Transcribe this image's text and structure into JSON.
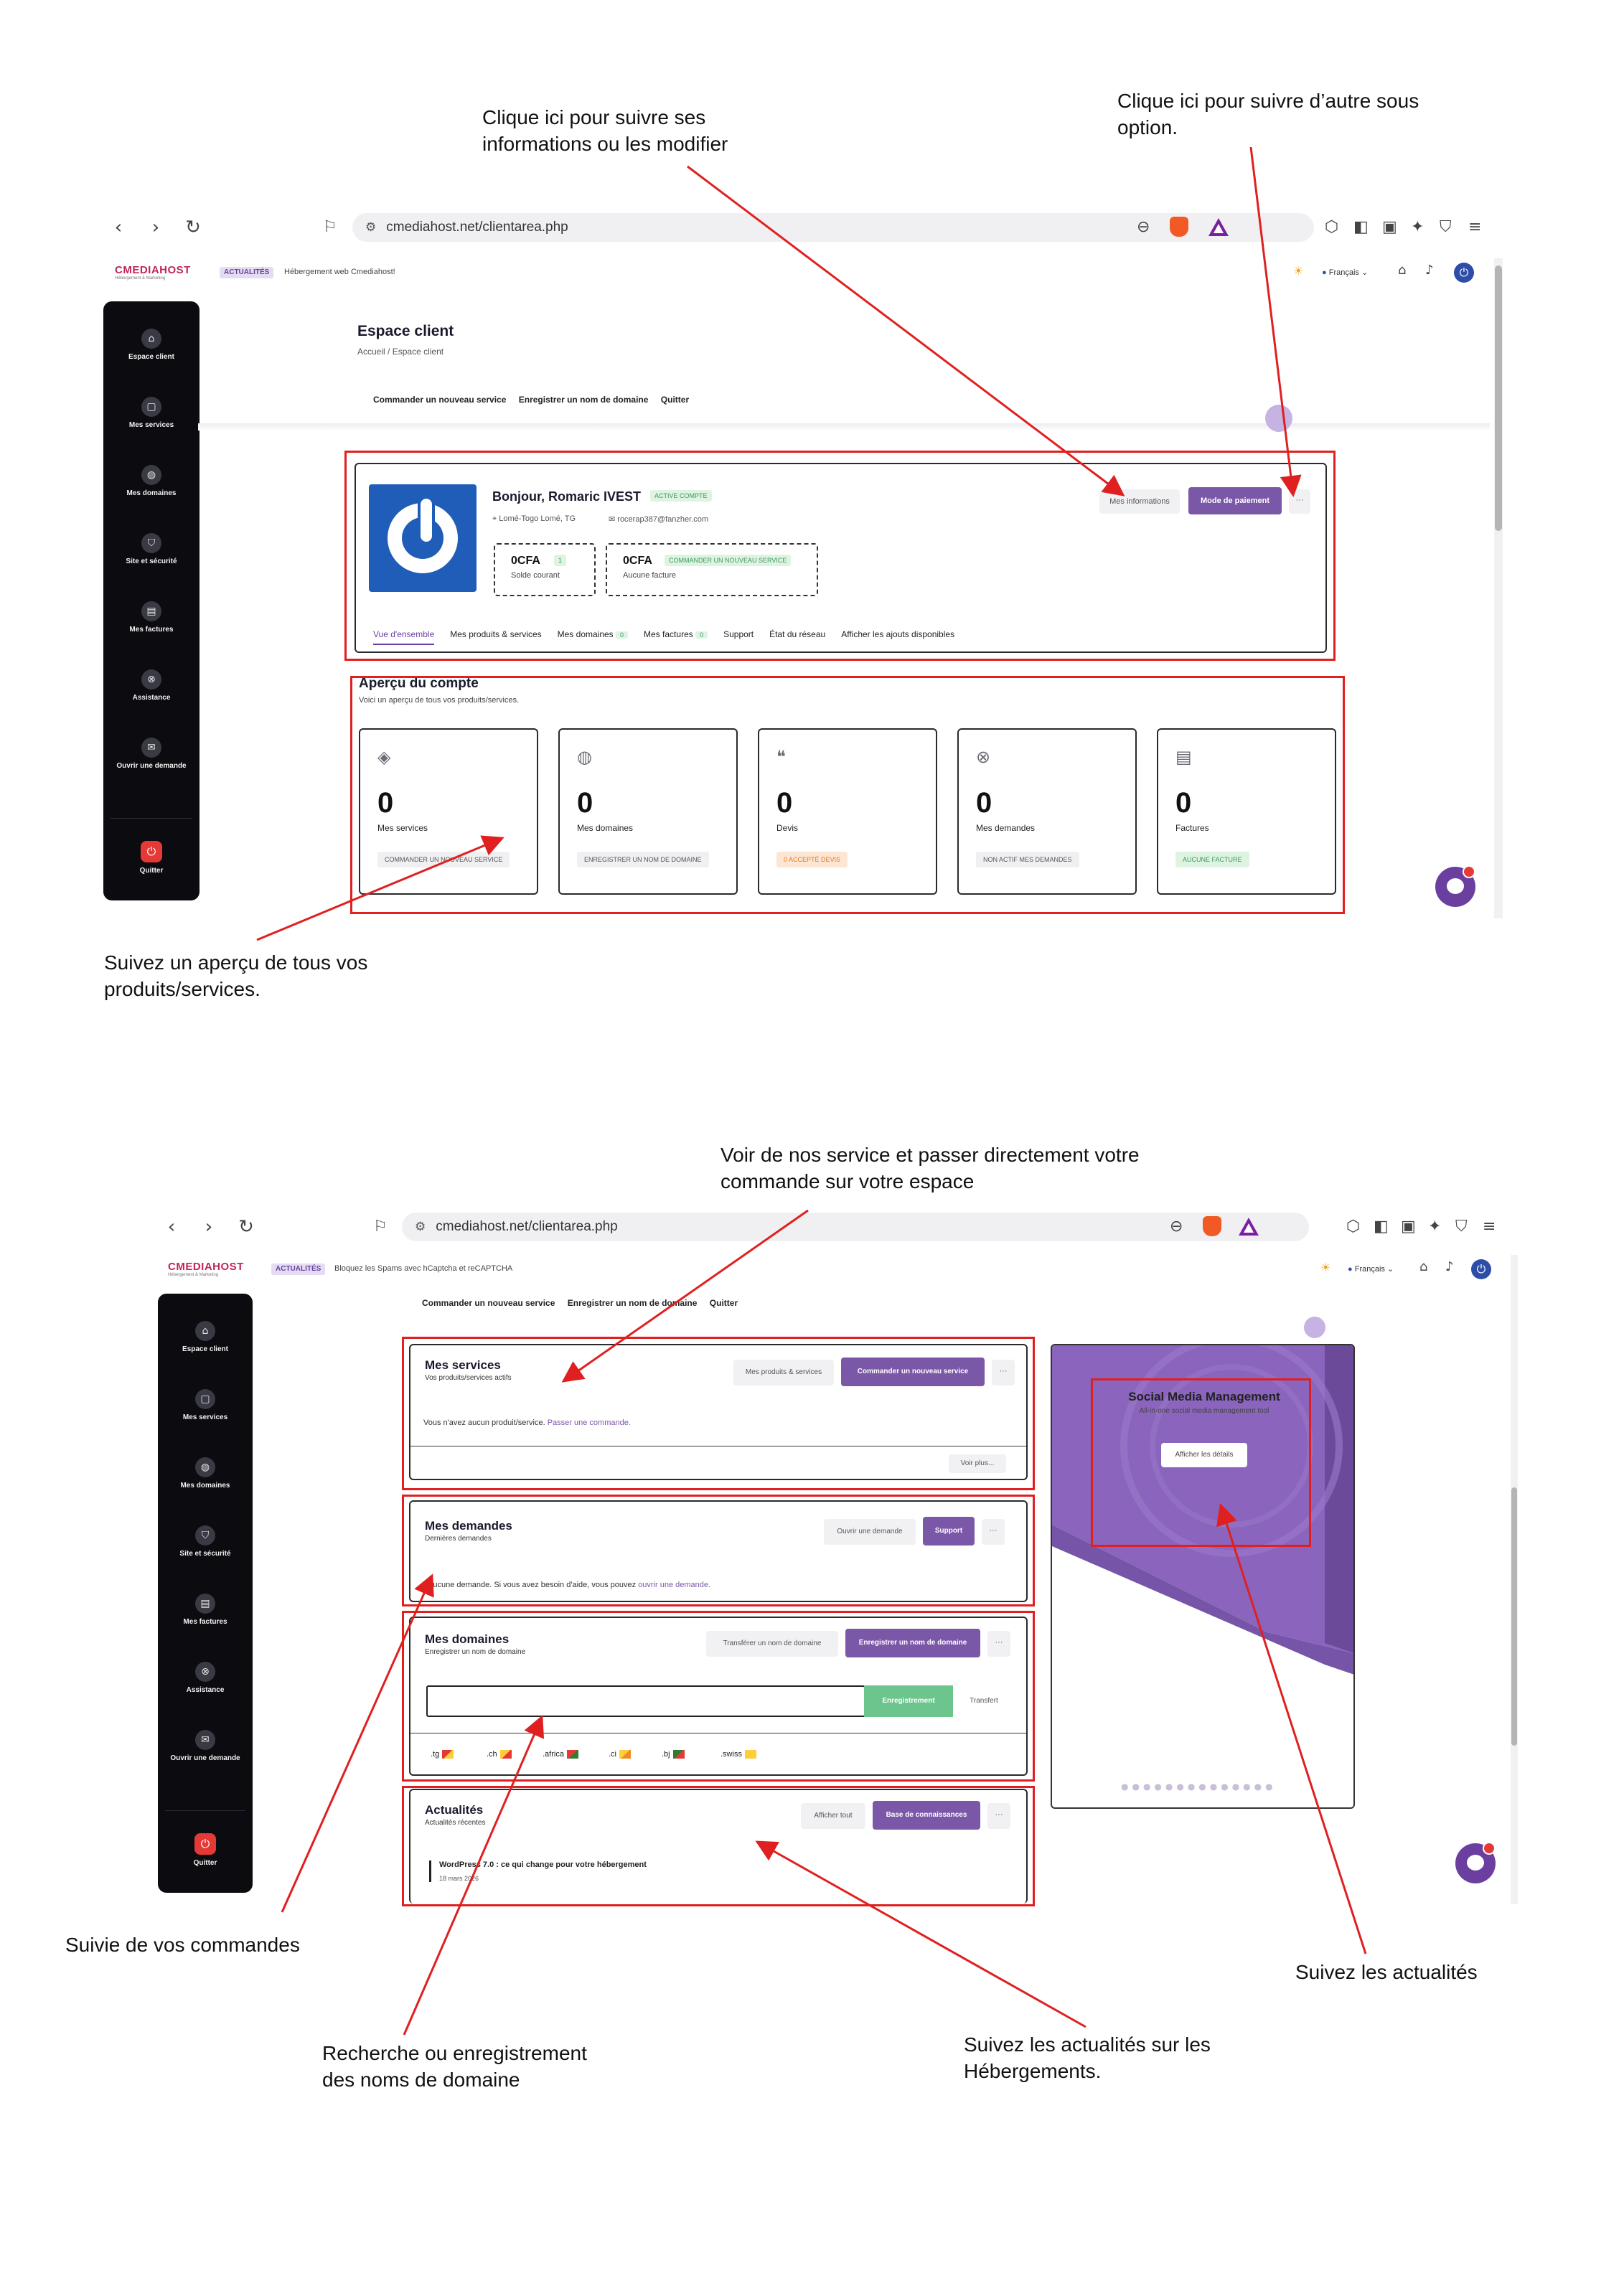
{
  "annotations": {
    "top_info": "Clique ici pour suivre ses\ninformations ou les modifier",
    "top_option": "Clique ici pour suivre d’autre sous\noption.",
    "overview": "Suivez un aperçu de tous vos\nproduits/services.",
    "services": "Voir de nos service et passer directement votre\ncommande sur votre espace",
    "orders": "Suivie de vos commandes",
    "domains": "Recherche ou enregistrement\ndes noms de domaine",
    "hosting_news": "Suivez les actualités sur les\nHébergements.",
    "news": "Suivez les actualités"
  },
  "browser": {
    "url": "cmediahost.net/clientarea.php",
    "back_icon": "chevron-left-icon",
    "forward_icon": "chevron-right-icon",
    "reload_icon": "reload-icon"
  },
  "site": {
    "logo": "CMEDIAHOST",
    "logo_tag": "Hébergement & Marketing",
    "news_badge": "ACTUALITÉS",
    "news_text_1": "Hébergement web Cmediahost!",
    "news_text_2": "Bloquez les Spams avec hCaptcha et reCAPTCHA",
    "language": "Français"
  },
  "sidebar": {
    "items": [
      {
        "label": "Espace client",
        "icon": "home-icon"
      },
      {
        "label": "Mes services",
        "icon": "box-icon"
      },
      {
        "label": "Mes domaines",
        "icon": "globe-icon"
      },
      {
        "label": "Site et sécurité",
        "icon": "shield-icon"
      },
      {
        "label": "Mes factures",
        "icon": "invoice-icon"
      },
      {
        "label": "Assistance",
        "icon": "lifebuoy-icon"
      },
      {
        "label": "Ouvrir une demande",
        "icon": "ticket-icon"
      }
    ],
    "quit": "Quitter"
  },
  "page": {
    "title": "Espace client",
    "crumb_home": "Accueil",
    "crumb_sep": "/",
    "crumb_current": "Espace client",
    "subnav": [
      "Commander un nouveau service",
      "Enregistrer un nom de domaine",
      "Quitter"
    ]
  },
  "profile": {
    "greeting": "Bonjour, Romaric IVEST",
    "status": "ACTIVE COMPTE",
    "location": "Lomé-Togo Lomé, TG",
    "email": "rocerap387@fanzher.com",
    "balance_value": "0CFA",
    "balance_badge": "1",
    "balance_label": "Solde courant",
    "invoice_value": "0CFA",
    "invoice_badge": "COMMANDER UN NOUVEAU SERVICE",
    "invoice_label": "Aucune facture",
    "btn_info": "Mes informations",
    "btn_payment": "Mode de paiement",
    "btn_more": "···",
    "tabs": [
      {
        "label": "Vue d'ensemble",
        "badge": ""
      },
      {
        "label": "Mes produits & services",
        "badge": ""
      },
      {
        "label": "Mes domaines",
        "badge": "0"
      },
      {
        "label": "Mes factures",
        "badge": "0"
      },
      {
        "label": "Support",
        "badge": ""
      },
      {
        "label": "État du réseau",
        "badge": ""
      },
      {
        "label": "Afficher les ajouts disponibles",
        "badge": ""
      }
    ]
  },
  "overview": {
    "title": "Aperçu du compte",
    "subtitle": "Voici un aperçu de tous vos produits/services.",
    "cards": [
      {
        "value": "0",
        "label": "Mes services",
        "pill": "COMMANDER UN NOUVEAU SERVICE",
        "icon": "layers-icon"
      },
      {
        "value": "0",
        "label": "Mes domaines",
        "pill": "ENREGISTRER UN NOM DE DOMAINE",
        "icon": "globe-icon"
      },
      {
        "value": "0",
        "label": "Devis",
        "pill": "0 ACCEPTÉ DEVIS",
        "icon": "quote-icon"
      },
      {
        "value": "0",
        "label": "Mes demandes",
        "pill": "NON ACTIF MES DEMANDES",
        "icon": "lifebuoy-icon"
      },
      {
        "value": "0",
        "label": "Factures",
        "pill": "AUCUNE FACTURE",
        "icon": "document-icon"
      }
    ]
  },
  "services_panel": {
    "title": "Mes services",
    "subtitle": "Vos produits/services actifs",
    "btn_secondary": "Mes produits & services",
    "btn_primary": "Commander un nouveau service",
    "btn_more": "···",
    "empty_text": "Vous n'avez aucun produit/service.",
    "empty_link": "Passer une commande.",
    "see_more": "Voir plus..."
  },
  "requests_panel": {
    "title": "Mes demandes",
    "subtitle": "Dernières demandes",
    "btn_secondary": "Ouvrir une demande",
    "btn_primary": "Support",
    "btn_more": "···",
    "empty_text": "Aucune demande. Si vous avez besoin d'aide, vous pouvez",
    "empty_link": "ouvrir une demande."
  },
  "domains_panel": {
    "title": "Mes domaines",
    "subtitle": "Enregistrer un nom de domaine",
    "btn_secondary": "Transférer un nom de domaine",
    "btn_primary": "Enregistrer un nom de domaine",
    "btn_more": "···",
    "input_value": "",
    "btn_register": "Enregistrement",
    "btn_transfer": "Transfert",
    "tlds": [
      ".tg",
      ".ch",
      ".africa",
      ".ci",
      ".bj",
      ".swiss"
    ]
  },
  "news_panel": {
    "title": "Actualités",
    "subtitle": "Actualités récentes",
    "btn_secondary": "Afficher tout",
    "btn_primary": "Base de connaissances",
    "btn_more": "···",
    "item_title": "WordPress 7.0 : ce qui change pour votre hébergement",
    "item_date": "18 mars 2026"
  },
  "promo": {
    "title": "Social Media Management",
    "subtitle": "All-in-one social media management tool",
    "button": "Afficher les détails",
    "dots": "●●●●●●●●●●●●●●"
  },
  "colors": {
    "accent": "#7b57a8",
    "annotation": "#e02020",
    "sidebar": "#0b0b10",
    "promo": "#8a64bd"
  }
}
